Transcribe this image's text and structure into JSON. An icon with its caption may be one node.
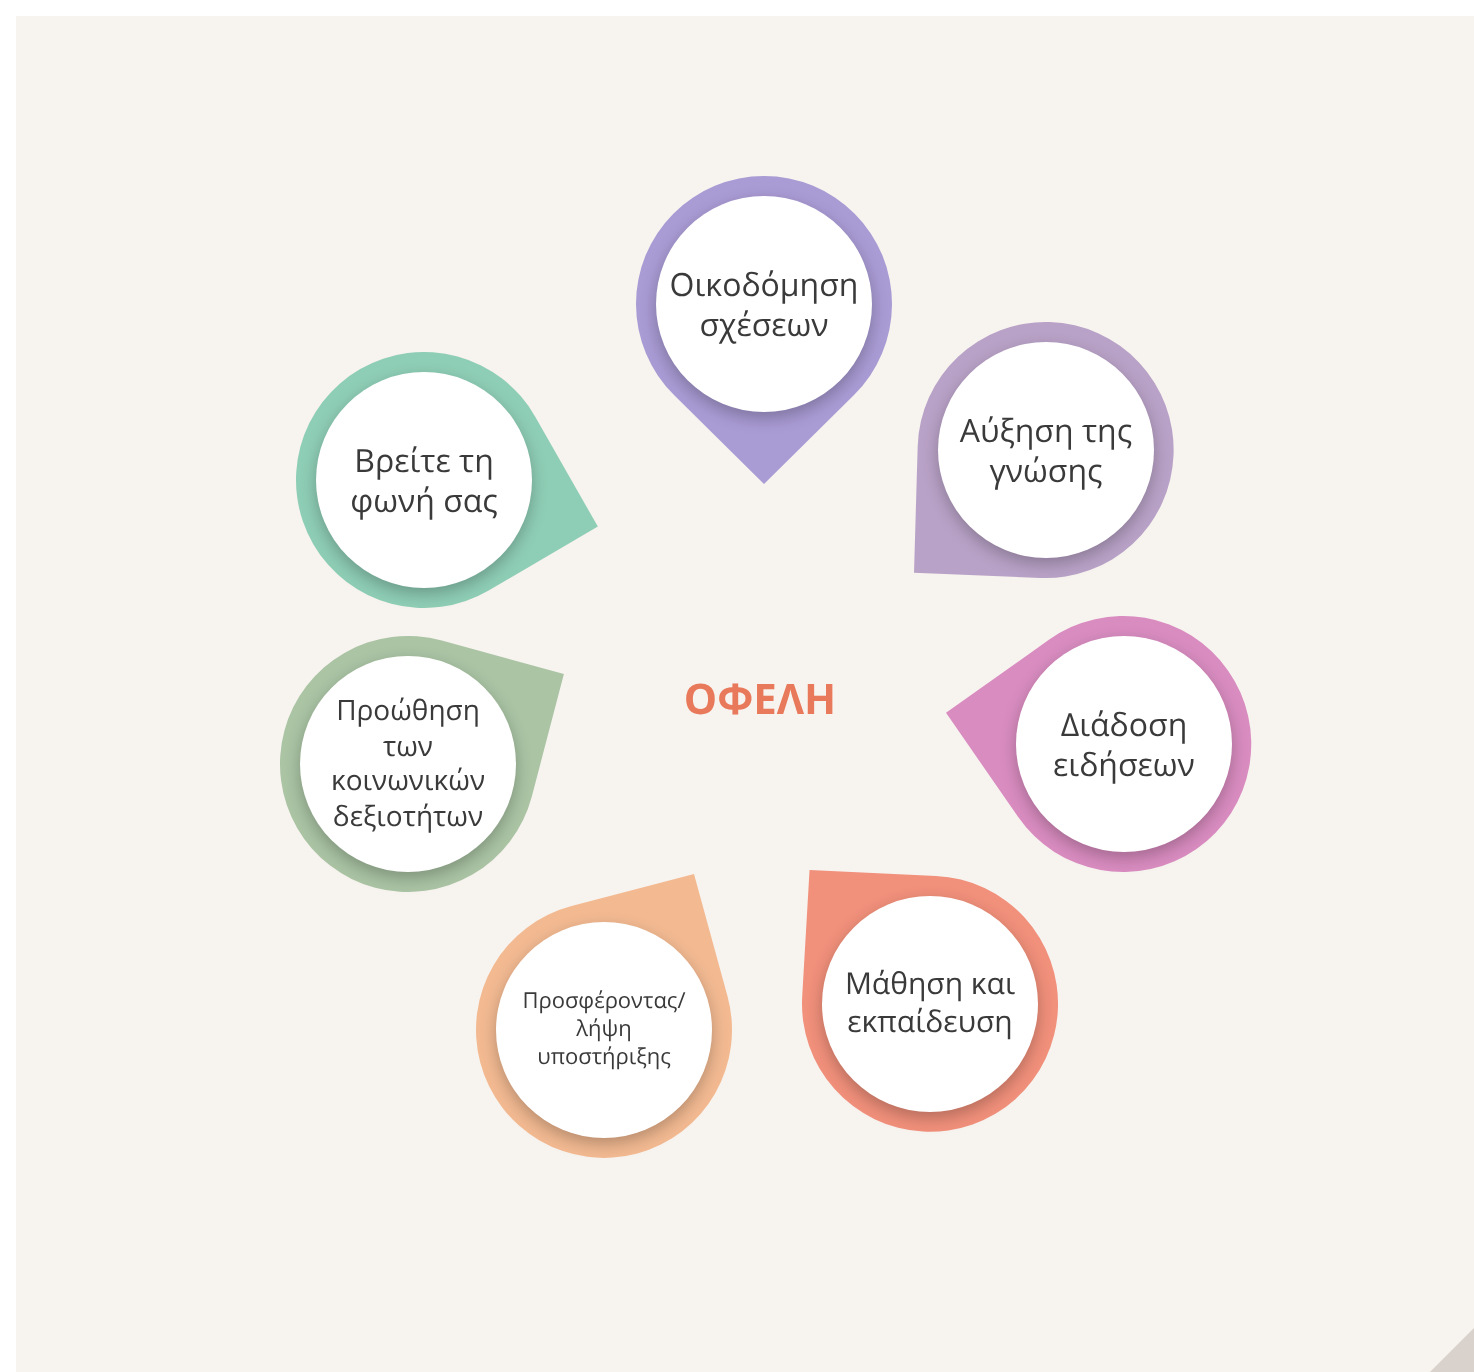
{
  "diagram": {
    "title": "ΟΦΕΛΗ",
    "nodes": [
      {
        "text": [
          "Οικοδόμηση σχέσεων"
        ]
      },
      {
        "text": [
          "Αύξηση της γνώσης"
        ]
      },
      {
        "text": [
          "Διάδοση ειδήσεων"
        ]
      },
      {
        "text": [
          "Μάθηση και εκπαίδευση"
        ]
      },
      {
        "text": [
          "Προσφέροντας/ λήψη υποστήριξης"
        ]
      },
      {
        "text": [
          "Προώθηση των κοινωνικών δεξιοτήτων"
        ]
      },
      {
        "text": [
          "Βρείτε τη φωνή σας"
        ]
      }
    ]
  }
}
